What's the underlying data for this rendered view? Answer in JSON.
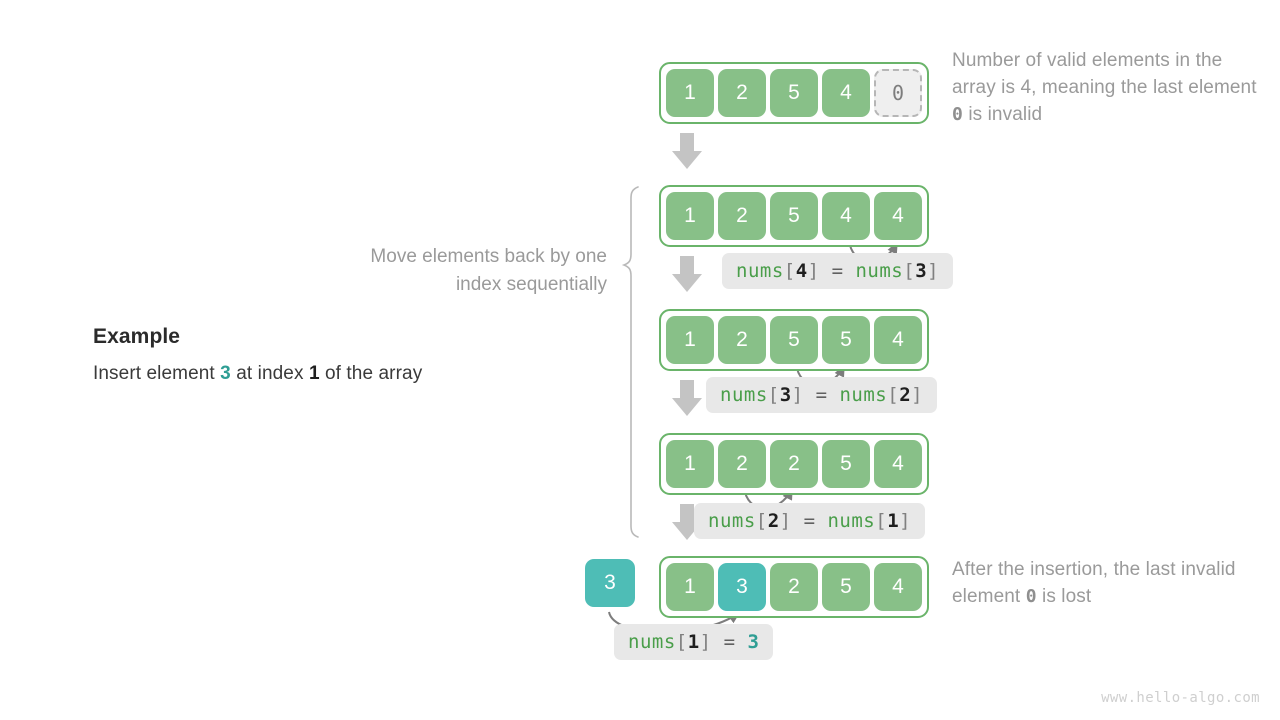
{
  "footer": {
    "url": "www.hello-algo.com"
  },
  "example": {
    "title": "Example",
    "desc_prefix": "Insert element ",
    "desc_value": "3",
    "desc_middle": " at index ",
    "desc_index": "1",
    "desc_suffix": " of the array"
  },
  "notes": {
    "top_part1": "Number of valid elements in the array is 4, meaning the last element ",
    "top_value": "0",
    "top_part2": " is invalid",
    "move": "Move elements back by one index sequentially",
    "bottom_part1": "After the insertion, the last invalid element ",
    "bottom_value": "0",
    "bottom_part2": " is lost"
  },
  "colors": {
    "green": "#88c088",
    "green_border": "#6ab46a",
    "teal": "#4ebdb6",
    "arrow_gray": "#c4c4c4",
    "curve_gray": "#7d7d7d",
    "invalid_fill": "#efefef",
    "invalid_border": "#b6b6b6",
    "code_bg": "#e8e8e8",
    "note_gray": "#9a9a9a"
  },
  "rows": [
    {
      "id": "row-initial",
      "cells": [
        {
          "value": "1",
          "state": "green"
        },
        {
          "value": "2",
          "state": "green"
        },
        {
          "value": "5",
          "state": "green"
        },
        {
          "value": "4",
          "state": "green"
        },
        {
          "value": "0",
          "state": "invalid"
        }
      ]
    },
    {
      "id": "row-shift-4",
      "cells": [
        {
          "value": "1",
          "state": "green"
        },
        {
          "value": "2",
          "state": "green"
        },
        {
          "value": "5",
          "state": "green"
        },
        {
          "value": "4",
          "state": "green"
        },
        {
          "value": "4",
          "state": "green"
        }
      ]
    },
    {
      "id": "row-shift-3",
      "cells": [
        {
          "value": "1",
          "state": "green"
        },
        {
          "value": "2",
          "state": "green"
        },
        {
          "value": "5",
          "state": "green"
        },
        {
          "value": "5",
          "state": "green"
        },
        {
          "value": "4",
          "state": "green"
        }
      ]
    },
    {
      "id": "row-shift-2",
      "cells": [
        {
          "value": "1",
          "state": "green"
        },
        {
          "value": "2",
          "state": "green"
        },
        {
          "value": "2",
          "state": "green"
        },
        {
          "value": "5",
          "state": "green"
        },
        {
          "value": "4",
          "state": "green"
        }
      ]
    },
    {
      "id": "row-final",
      "cells": [
        {
          "value": "1",
          "state": "green"
        },
        {
          "value": "3",
          "state": "teal"
        },
        {
          "value": "2",
          "state": "green"
        },
        {
          "value": "5",
          "state": "green"
        },
        {
          "value": "4",
          "state": "green"
        }
      ]
    }
  ],
  "insert_value": {
    "value": "3"
  },
  "code_labels": [
    {
      "id": "code-4-3",
      "fn": "nums",
      "lb": "[",
      "idx": "4",
      "rb": "]",
      "eq": "=",
      "fn2": "nums",
      "lb2": "[",
      "idx2": "3",
      "rb2": "]"
    },
    {
      "id": "code-3-2",
      "fn": "nums",
      "lb": "[",
      "idx": "3",
      "rb": "]",
      "eq": "=",
      "fn2": "nums",
      "lb2": "[",
      "idx2": "2",
      "rb2": "]"
    },
    {
      "id": "code-2-1",
      "fn": "nums",
      "lb": "[",
      "idx": "2",
      "rb": "]",
      "eq": "=",
      "fn2": "nums",
      "lb2": "[",
      "idx2": "1",
      "rb2": "]"
    }
  ],
  "code_assign": {
    "id": "code-1-val",
    "fn": "nums",
    "lb": "[",
    "idx": "1",
    "rb": "]",
    "eq": "=",
    "val": "3"
  }
}
